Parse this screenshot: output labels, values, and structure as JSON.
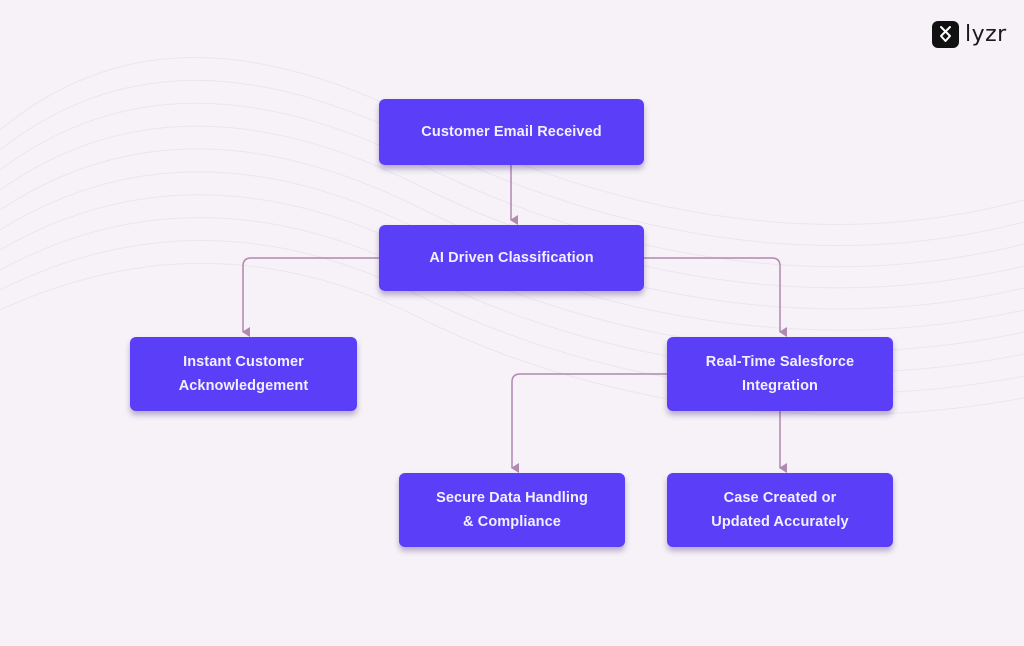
{
  "brand": {
    "logo_text": "lyzr",
    "primary_color": "#5b3ff8",
    "connector_color": "#b088b0",
    "background_color": "#f6f2f7"
  },
  "nodes": [
    {
      "id": "n1",
      "lines": [
        "Customer Email Received"
      ]
    },
    {
      "id": "n2",
      "lines": [
        "AI Driven Classification"
      ]
    },
    {
      "id": "n3",
      "lines": [
        "Instant Customer",
        "Acknowledgement"
      ]
    },
    {
      "id": "n4",
      "lines": [
        "Real-Time Salesforce",
        "Integration"
      ]
    },
    {
      "id": "n5",
      "lines": [
        "Secure Data Handling",
        "& Compliance"
      ]
    },
    {
      "id": "n6",
      "lines": [
        "Case Created or",
        "Updated Accurately"
      ]
    }
  ],
  "edges": [
    {
      "from": "n1",
      "to": "n2"
    },
    {
      "from": "n2",
      "to": "n3"
    },
    {
      "from": "n2",
      "to": "n4"
    },
    {
      "from": "n4",
      "to": "n5"
    },
    {
      "from": "n4",
      "to": "n6"
    }
  ]
}
